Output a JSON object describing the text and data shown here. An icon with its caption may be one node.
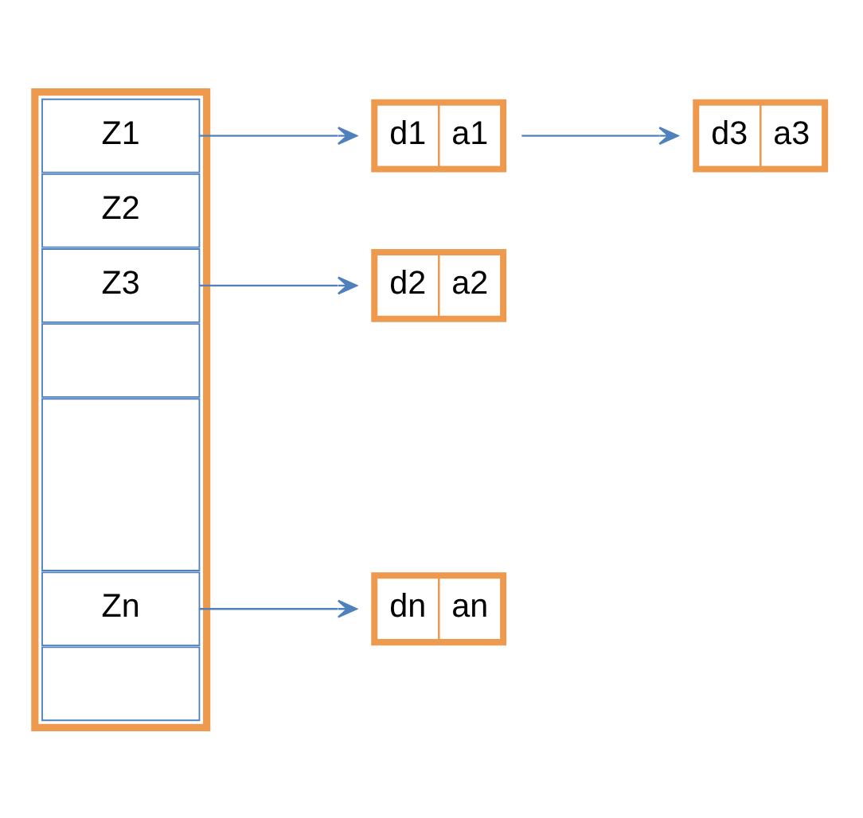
{
  "diagram": {
    "nodes": [
      {
        "text": [],
        "shape": "bar"
      },
      {
        "text": [
          "Z1"
        ],
        "in": 0
      },
      {
        "text": [
          "Z2"
        ],
        "in": 0
      },
      {
        "text": [
          "Z3"
        ],
        "in": 0
      },
      {
        "text": [],
        "shape": "box",
        "in": 0
      },
      {
        "text": [],
        "shape": "box",
        "in": 0
      },
      {
        "text": [
          "Zn"
        ],
        "in": 0
      },
      {
        "text": [],
        "shape": "box",
        "in": 0
      },
      {
        "text": [
          "d1",
          "a1"
        ]
      },
      {
        "text": [
          "d3",
          "a3"
        ]
      },
      {
        "text": [
          "d2",
          "a2"
        ]
      },
      {
        "text": [
          "dn",
          "an"
        ]
      }
    ],
    "edges": [
      {
        "from": 1,
        "to": 8,
        "arrow": "to"
      },
      {
        "from": 8,
        "to": 9,
        "arrow": "to"
      },
      {
        "from": 3,
        "to": 10,
        "arrow": "to"
      },
      {
        "from": 6,
        "to": 11,
        "arrow": "to"
      }
    ]
  }
}
